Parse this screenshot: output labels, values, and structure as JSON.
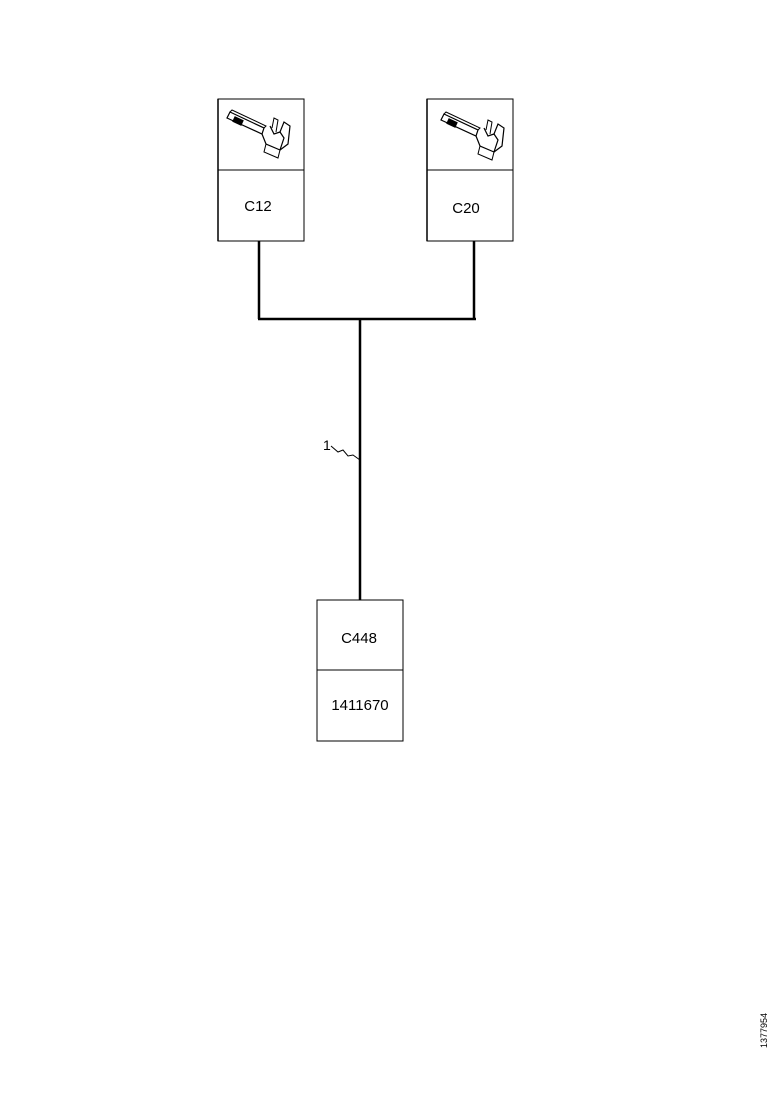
{
  "connectors": {
    "top_left": {
      "code": "C12"
    },
    "top_right": {
      "code": "C20"
    },
    "bottom": {
      "code": "C448",
      "part_number": "1411670"
    }
  },
  "callout": "1",
  "figure_id": "1377954",
  "icon": "terminal-pin-icon"
}
